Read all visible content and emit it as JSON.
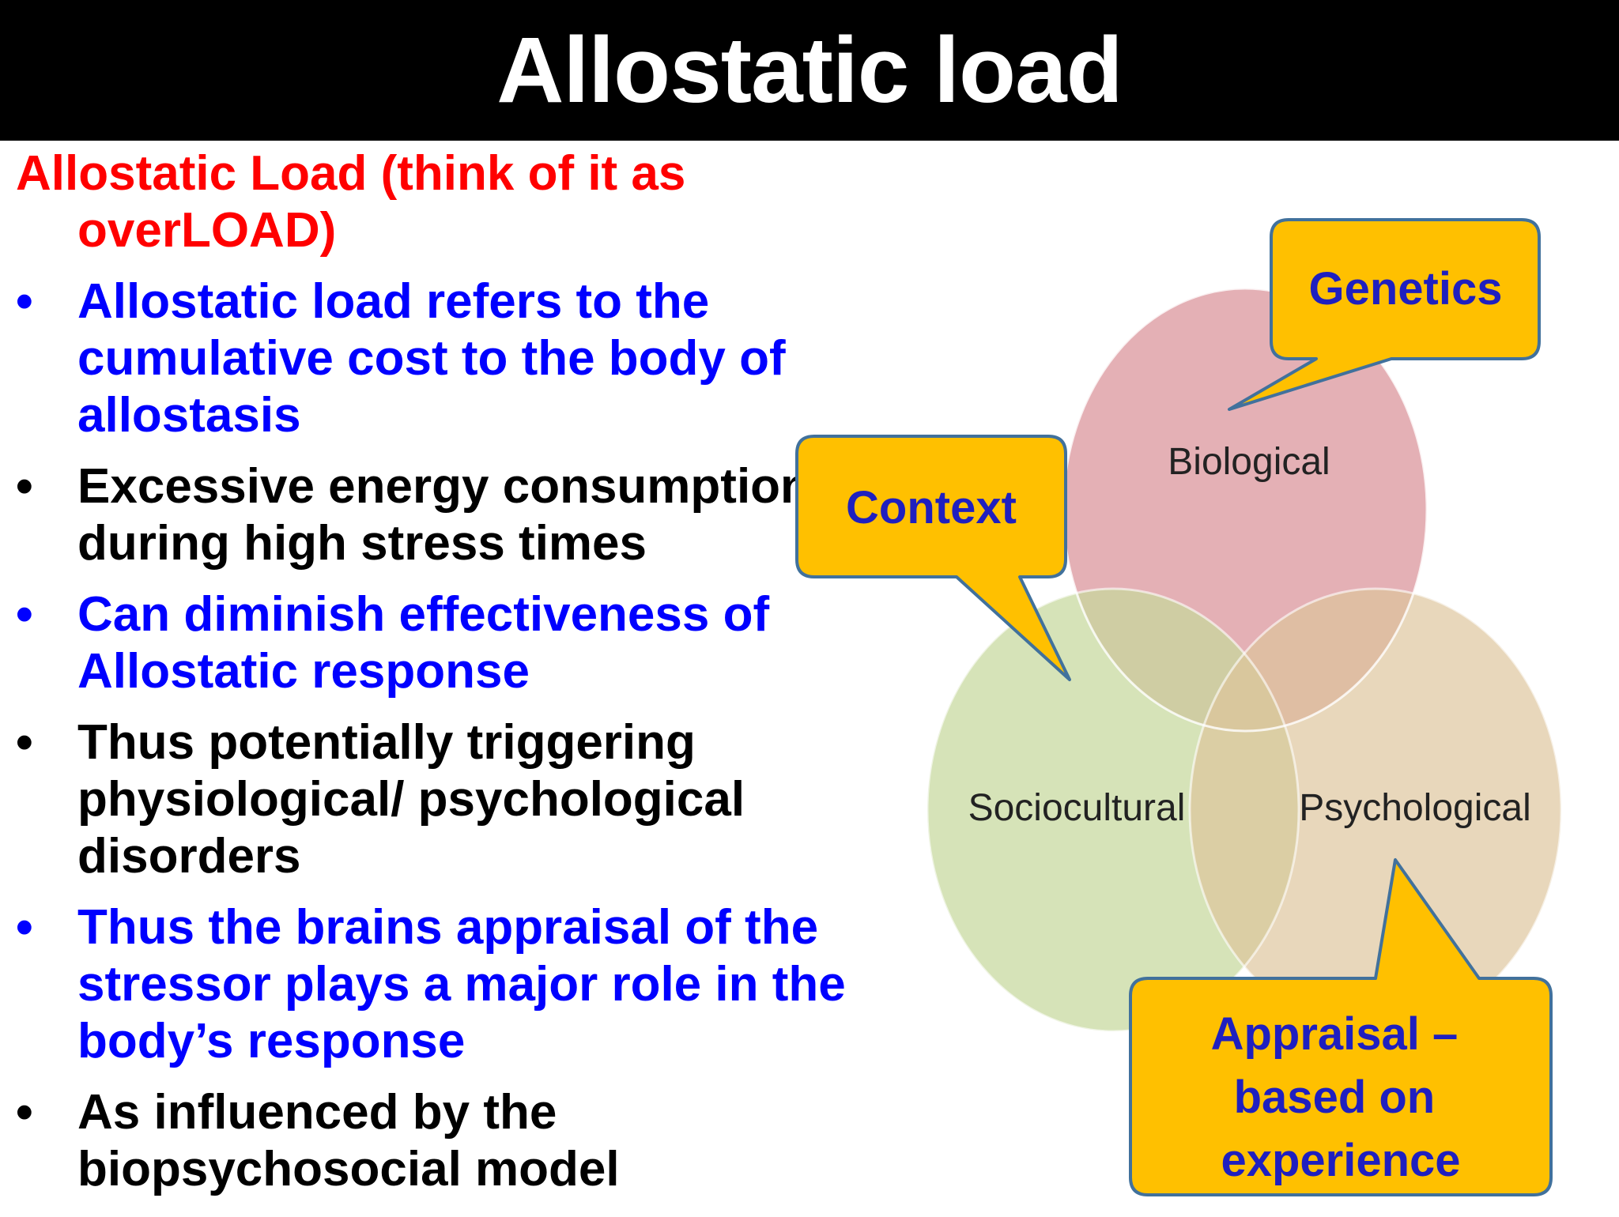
{
  "slide": {
    "title": "Allostatic load"
  },
  "heading": {
    "text": "Allostatic Load (think of it as overLOAD)"
  },
  "bullets": [
    {
      "text": "Allostatic load refers to the cumulative cost to the body of allostasis"
    },
    {
      "text": "Excessive energy consumption during high stress times"
    },
    {
      "text": "Can diminish effectiveness of Allostatic response"
    },
    {
      "text": "Thus potentially triggering physiological/ psychological disorders"
    },
    {
      "text": "Thus the brains appraisal of the stressor plays a major role in the body’s response"
    },
    {
      "text": "As influenced by the biopsychosocial model"
    }
  ],
  "bullet_symbol": "•",
  "venn": {
    "circles": [
      {
        "label": "Biological",
        "color": "#dc9aa0"
      },
      {
        "label": "Sociocultural",
        "color": "#c8d99e"
      },
      {
        "label": "Psychological",
        "color": "#e3cda6"
      }
    ]
  },
  "callouts": [
    {
      "label": "Genetics"
    },
    {
      "label": "Context"
    },
    {
      "label": "Appraisal – based on experience"
    }
  ],
  "colors": {
    "title_bg": "#000000",
    "title_text": "#ffffff",
    "heading": "#ff0000",
    "blue_text": "#0000ff",
    "black_text": "#000000",
    "callout_fill": "#ffc000",
    "callout_border": "#41719c",
    "callout_text": "#1f1fbf"
  }
}
